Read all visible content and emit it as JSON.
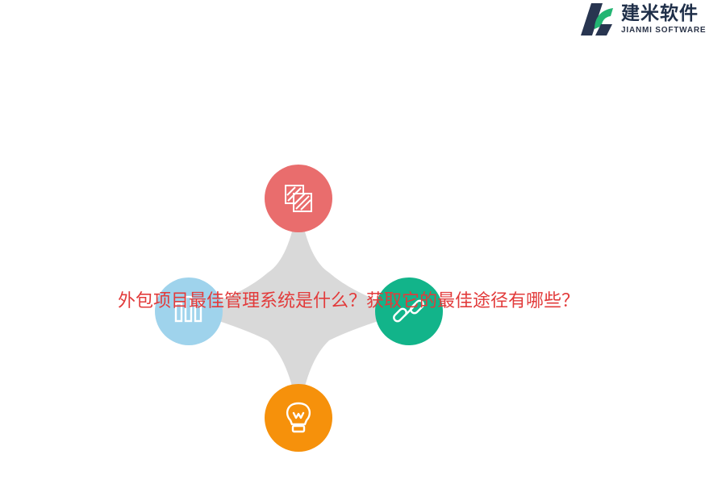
{
  "logo": {
    "name_cn": "建米软件",
    "name_en": "JIANMI SOFTWARE",
    "icon": "jianmi-logo-mark",
    "colors": {
      "dark": "#283550",
      "green": "#23b573"
    }
  },
  "diagram": {
    "center_color": "#d9d9d9",
    "nodes": [
      {
        "id": "top",
        "icon": "layers-icon",
        "color": "#e96d6d"
      },
      {
        "id": "left",
        "icon": "bar-chart-icon",
        "color": "#9fd3ec"
      },
      {
        "id": "right",
        "icon": "link-icon",
        "color": "#12b48a"
      },
      {
        "id": "bottom",
        "icon": "lightbulb-icon",
        "color": "#f6910b"
      }
    ]
  },
  "headline": "外包项目最佳管理系统是什么？获取它的最佳途径有哪些？"
}
